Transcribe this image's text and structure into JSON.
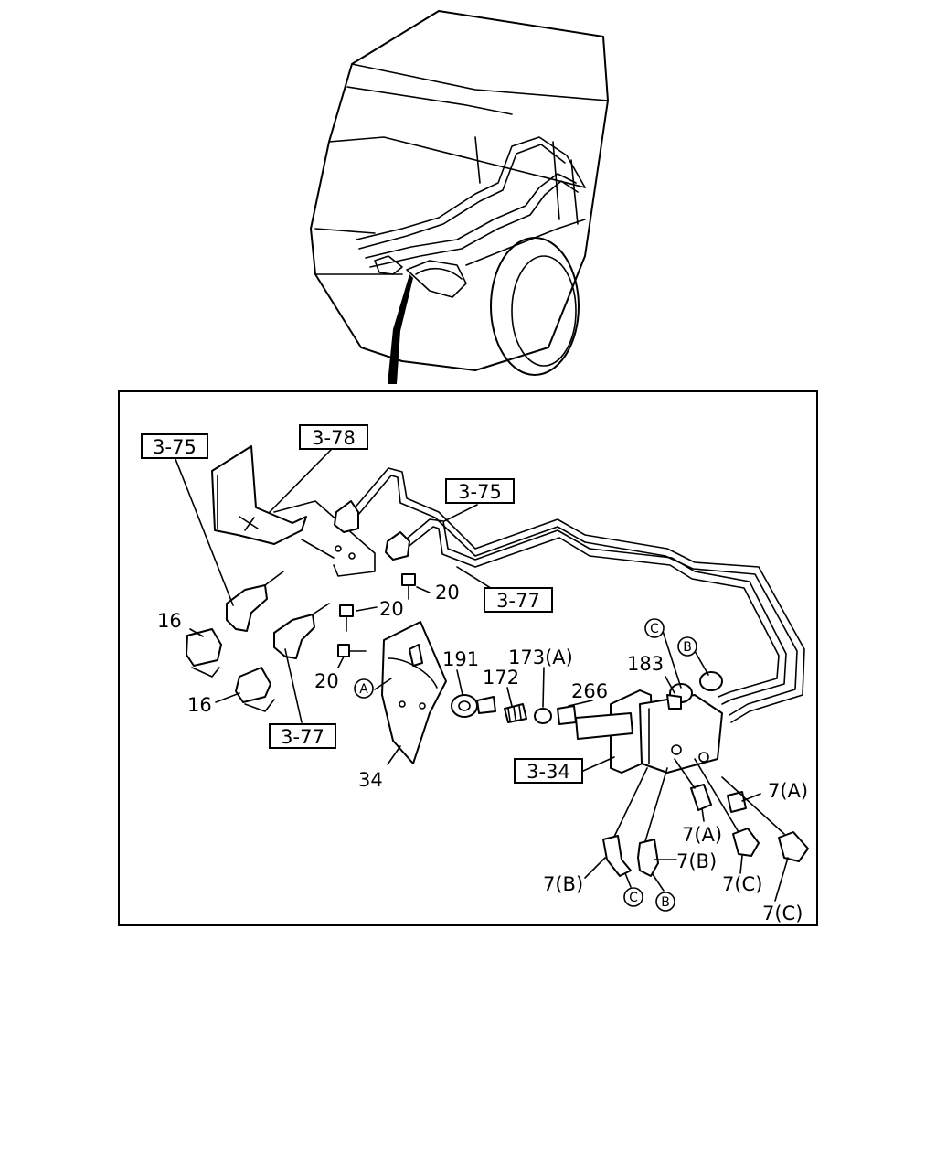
{
  "ref_boxes": [
    {
      "id": "r1",
      "text": "3-75"
    },
    {
      "id": "r2",
      "text": "3-78"
    },
    {
      "id": "r3",
      "text": "3-75"
    },
    {
      "id": "r4",
      "text": "3-77"
    },
    {
      "id": "r5",
      "text": "3-77"
    },
    {
      "id": "r6",
      "text": "3-34"
    }
  ],
  "part_labels": [
    {
      "id": "p16a",
      "text": "16"
    },
    {
      "id": "p16b",
      "text": "16"
    },
    {
      "id": "p20a",
      "text": "20"
    },
    {
      "id": "p20b",
      "text": "20"
    },
    {
      "id": "p20c",
      "text": "20"
    },
    {
      "id": "p191",
      "text": "191"
    },
    {
      "id": "p173",
      "text": "173(A)"
    },
    {
      "id": "p172",
      "text": "172"
    },
    {
      "id": "p266",
      "text": "266"
    },
    {
      "id": "p183",
      "text": "183"
    },
    {
      "id": "p34",
      "text": "34"
    },
    {
      "id": "p7a1",
      "text": "7(A)"
    },
    {
      "id": "p7a2",
      "text": "7(A)"
    },
    {
      "id": "p7b1",
      "text": "7(B)"
    },
    {
      "id": "p7b2",
      "text": "7(B)"
    },
    {
      "id": "p7c1",
      "text": "7(C)"
    },
    {
      "id": "p7c2",
      "text": "7(C)"
    }
  ],
  "markers": [
    {
      "id": "mA",
      "text": "A"
    },
    {
      "id": "mC1",
      "text": "C"
    },
    {
      "id": "mB1",
      "text": "B"
    },
    {
      "id": "mC2",
      "text": "C"
    },
    {
      "id": "mB2",
      "text": "B"
    }
  ]
}
